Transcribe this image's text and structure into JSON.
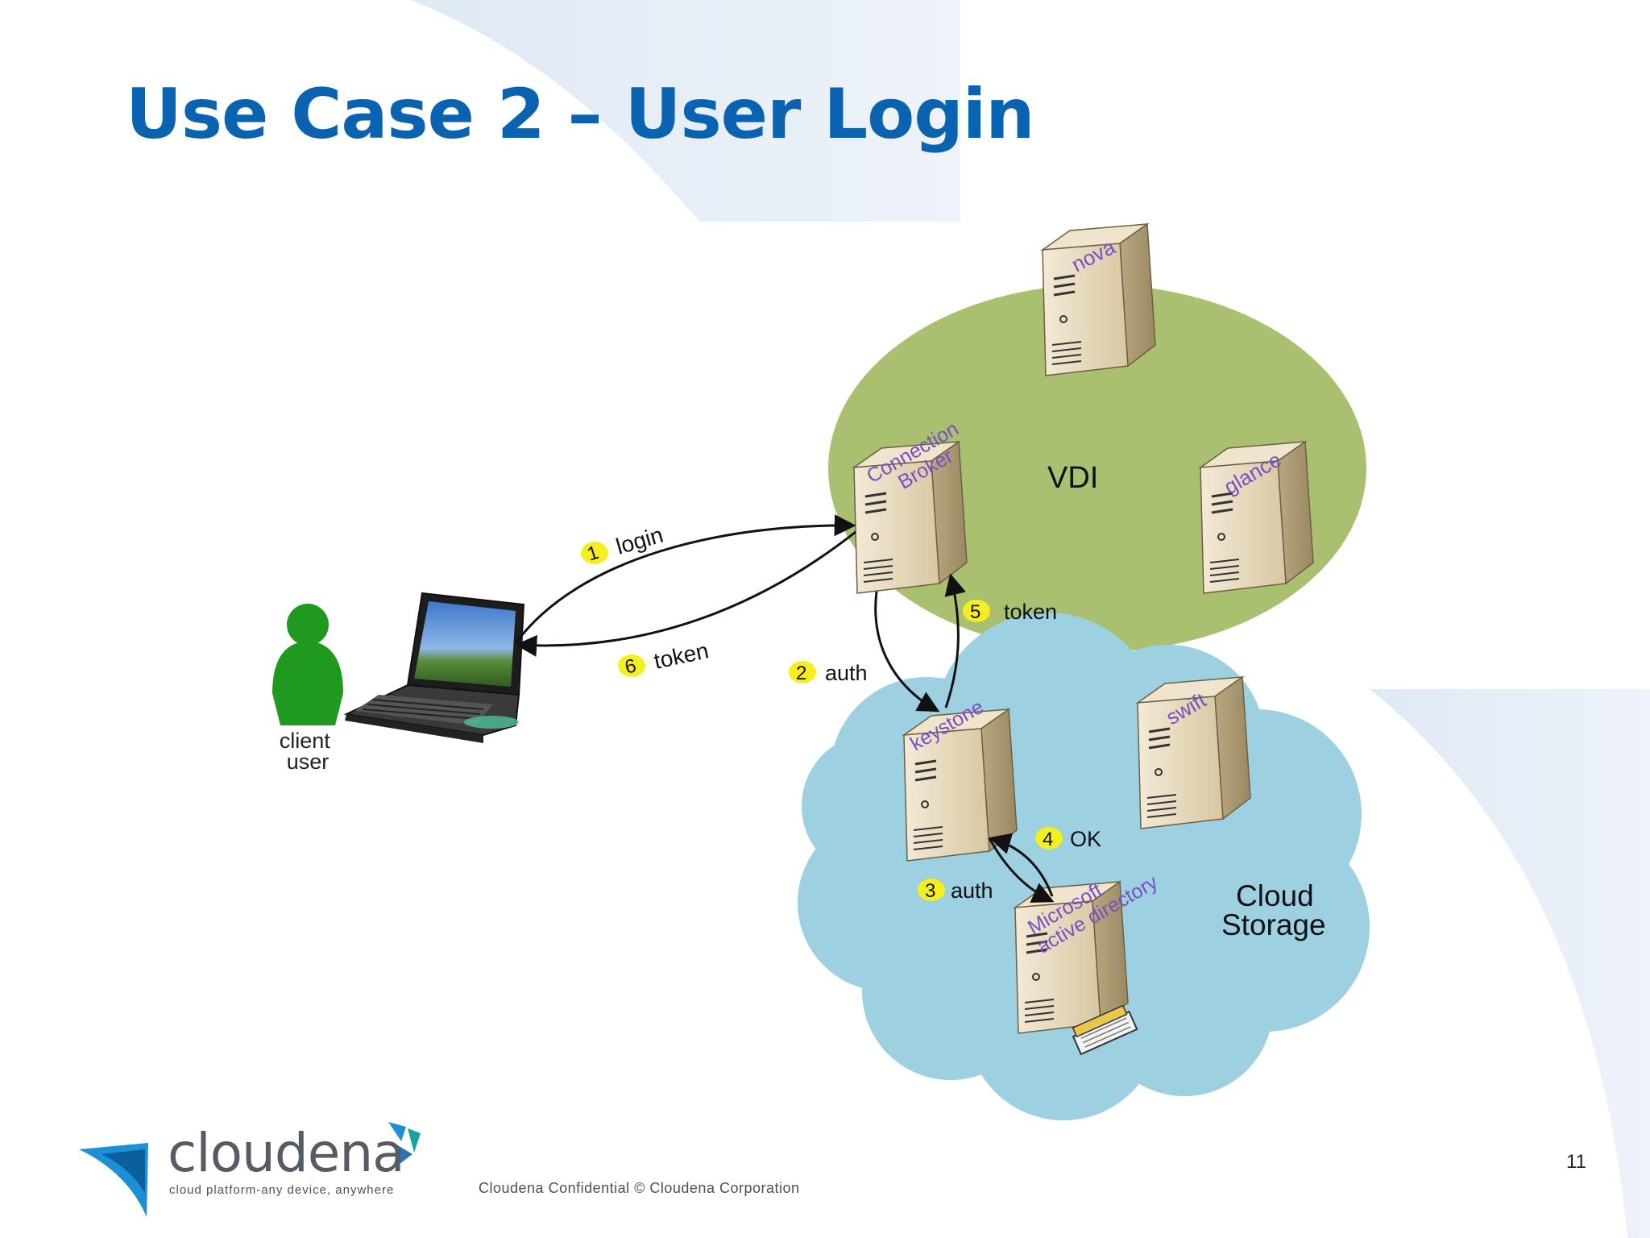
{
  "slide": {
    "title": "Use Case 2 – User Login",
    "page_number": "11"
  },
  "diagram": {
    "regions": {
      "vdi": "VDI",
      "cloud_storage": [
        "Cloud",
        "Storage"
      ]
    },
    "actor": [
      "client",
      "user"
    ],
    "servers": {
      "nova": "nova",
      "connection_broker": [
        "Connection",
        "Broker"
      ],
      "glance": "glance",
      "keystone": "keystone",
      "swift": "swift",
      "active_directory": [
        "Microsoft",
        "active directory"
      ]
    },
    "steps": {
      "s1": {
        "num": "1",
        "label": "login"
      },
      "s2": {
        "num": "2",
        "label": "auth"
      },
      "s3": {
        "num": "3",
        "label": "auth"
      },
      "s4": {
        "num": "4",
        "label": "OK"
      },
      "s5": {
        "num": "5",
        "label": "token"
      },
      "s6": {
        "num": "6",
        "label": "token"
      }
    }
  },
  "footer": {
    "logo_word": "cloudena",
    "logo_tagline": "cloud platform-any device, anywhere",
    "confidential": "Cloudena Confidential © Cloudena Corporation"
  },
  "colors": {
    "title": "#0a63b0",
    "vdi_ellipse": "#a9c070",
    "cloud": "#9dd0e0",
    "server_label": "#7a4fc4",
    "step_highlight": "#f5ef1f",
    "person": "#1f9a1f"
  }
}
